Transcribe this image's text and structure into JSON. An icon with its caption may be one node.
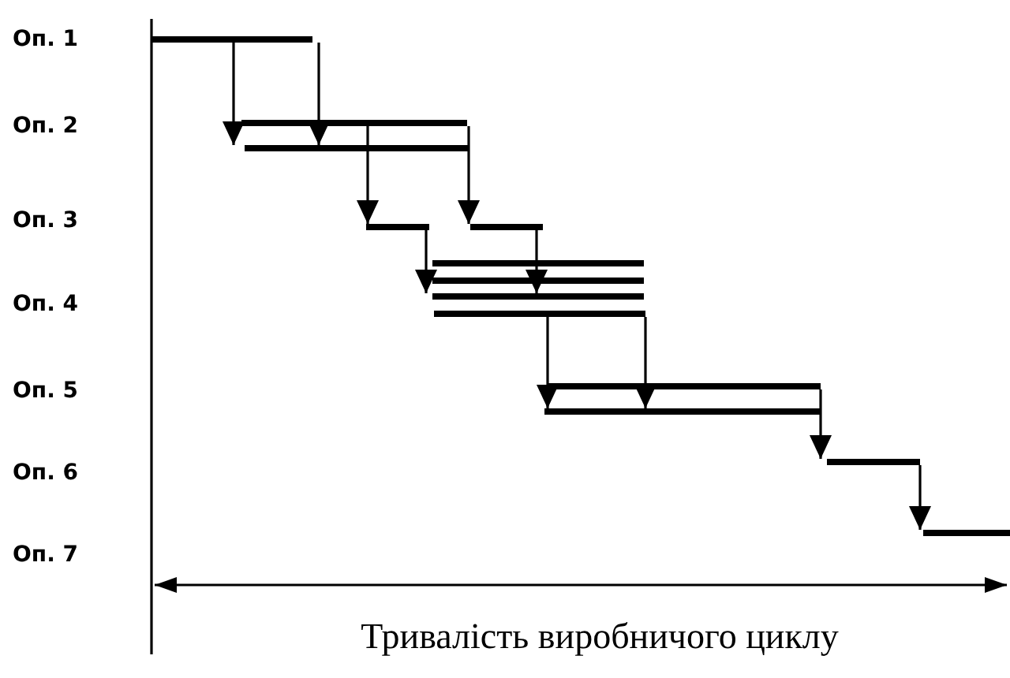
{
  "diagram": {
    "nodes": [
      {
        "text": [],
        "shape": "bar"
      },
      {
        "text": [],
        "shape": "bar"
      },
      {
        "text": [],
        "shape": "bar"
      },
      {
        "text": [],
        "shape": "bar"
      },
      {
        "text": [],
        "shape": "bar"
      },
      {
        "text": [],
        "shape": "bar"
      },
      {
        "text": [],
        "shape": "bar"
      },
      {
        "text": [],
        "shape": "bar"
      },
      {
        "text": [],
        "shape": "bar"
      },
      {
        "text": [],
        "shape": "bar"
      },
      {
        "text": [],
        "shape": "bar"
      },
      {
        "text": [],
        "shape": "bar"
      },
      {
        "text": [],
        "shape": "bar"
      }
    ],
    "edges": [
      {
        "from": 0,
        "to": 2,
        "arrow": "to"
      },
      {
        "from": 0,
        "to": 2,
        "arrow": "to"
      },
      {
        "from": 1,
        "to": 3,
        "arrow": "to"
      },
      {
        "from": 1,
        "to": 4,
        "arrow": "to"
      },
      {
        "from": 3,
        "to": 7,
        "arrow": "to"
      },
      {
        "from": 4,
        "to": 7,
        "arrow": "to"
      },
      {
        "from": 8,
        "to": 10,
        "arrow": "to"
      },
      {
        "from": 8,
        "to": 10,
        "arrow": "to"
      },
      {
        "from": 9,
        "to": 11,
        "arrow": "to"
      },
      {
        "from": 11,
        "to": 12,
        "arrow": "to"
      }
    ],
    "labels": [
      "Оп. 1",
      "Оп. 2",
      "Оп. 3",
      "Оп. 4",
      "Оп. 5",
      "Оп. 6",
      "Оп. 7",
      "Тривалість виробничого циклу"
    ]
  }
}
